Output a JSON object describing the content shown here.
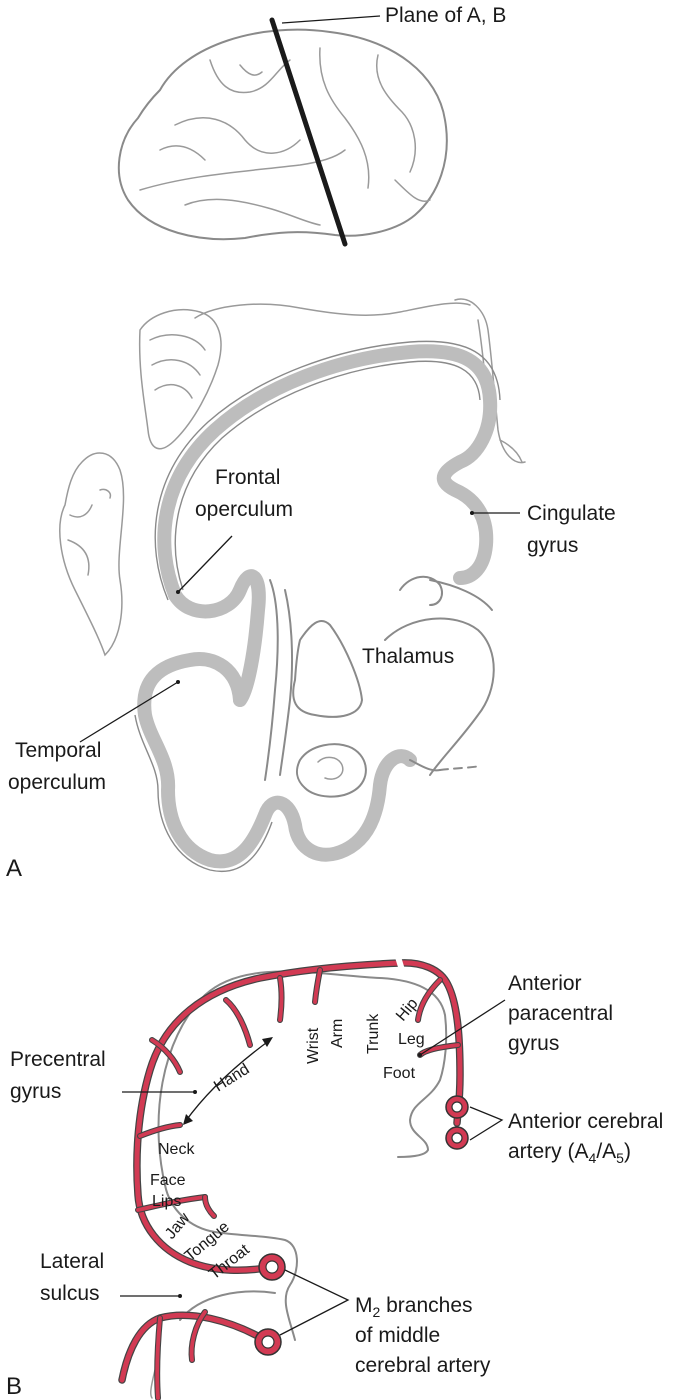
{
  "top_view": {
    "plane_label": "Plane of A, B"
  },
  "panel_a": {
    "letter": "A",
    "labels": {
      "frontal_operculum": [
        "Frontal",
        "operculum"
      ],
      "cingulate_gyrus": [
        "Cingulate",
        "gyrus"
      ],
      "thalamus": "Thalamus",
      "temporal_operculum": [
        "Temporal",
        "operculum"
      ]
    }
  },
  "panel_b": {
    "letter": "B",
    "labels": {
      "anterior_paracentral_gyrus": [
        "Anterior",
        "paracentral",
        "gyrus"
      ],
      "precentral_gyrus": [
        "Precentral",
        "gyrus"
      ],
      "anterior_cerebral_artery": [
        "Anterior cerebral",
        "artery (A",
        "4",
        "/A",
        "5",
        ")"
      ],
      "lateral_sulcus": [
        "Lateral",
        "sulcus"
      ],
      "m2_branches": [
        "M",
        "2",
        " branches",
        "of middle",
        "cerebral artery"
      ]
    },
    "somatotopy": {
      "wrist": "Wrist",
      "arm": "Arm",
      "trunk": "Trunk",
      "hip": "Hip",
      "leg": "Leg",
      "foot": "Foot",
      "hand": "Hand",
      "neck": "Neck",
      "face": "Face",
      "lips": "Lips",
      "jaw": "Jaw",
      "tongue": "Tongue",
      "throat": "Throat"
    },
    "colors": {
      "artery": "#d23a53",
      "cortex": "#bdbdbd"
    }
  }
}
